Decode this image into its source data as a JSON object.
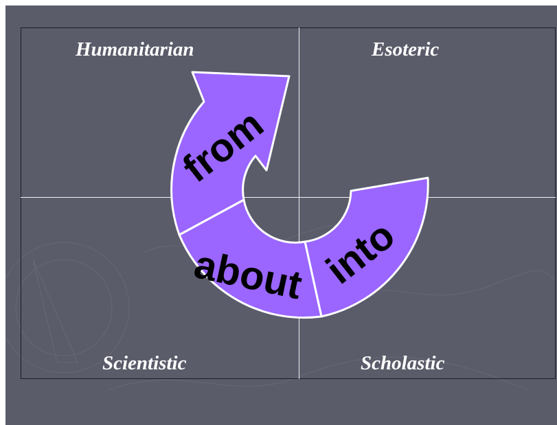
{
  "quadrants": {
    "top_left": "Humanitarian",
    "top_right": "Esoteric",
    "bottom_left": "Scientistic",
    "bottom_right": "Scholastic"
  },
  "arrow_words": {
    "segment_1": "from",
    "segment_2": "about",
    "segment_3": "into"
  },
  "colors": {
    "background": "#5b5c6a",
    "arrow_fill": "#9a66ff",
    "arrow_stroke": "#ffffff",
    "text": "#ffffff"
  }
}
